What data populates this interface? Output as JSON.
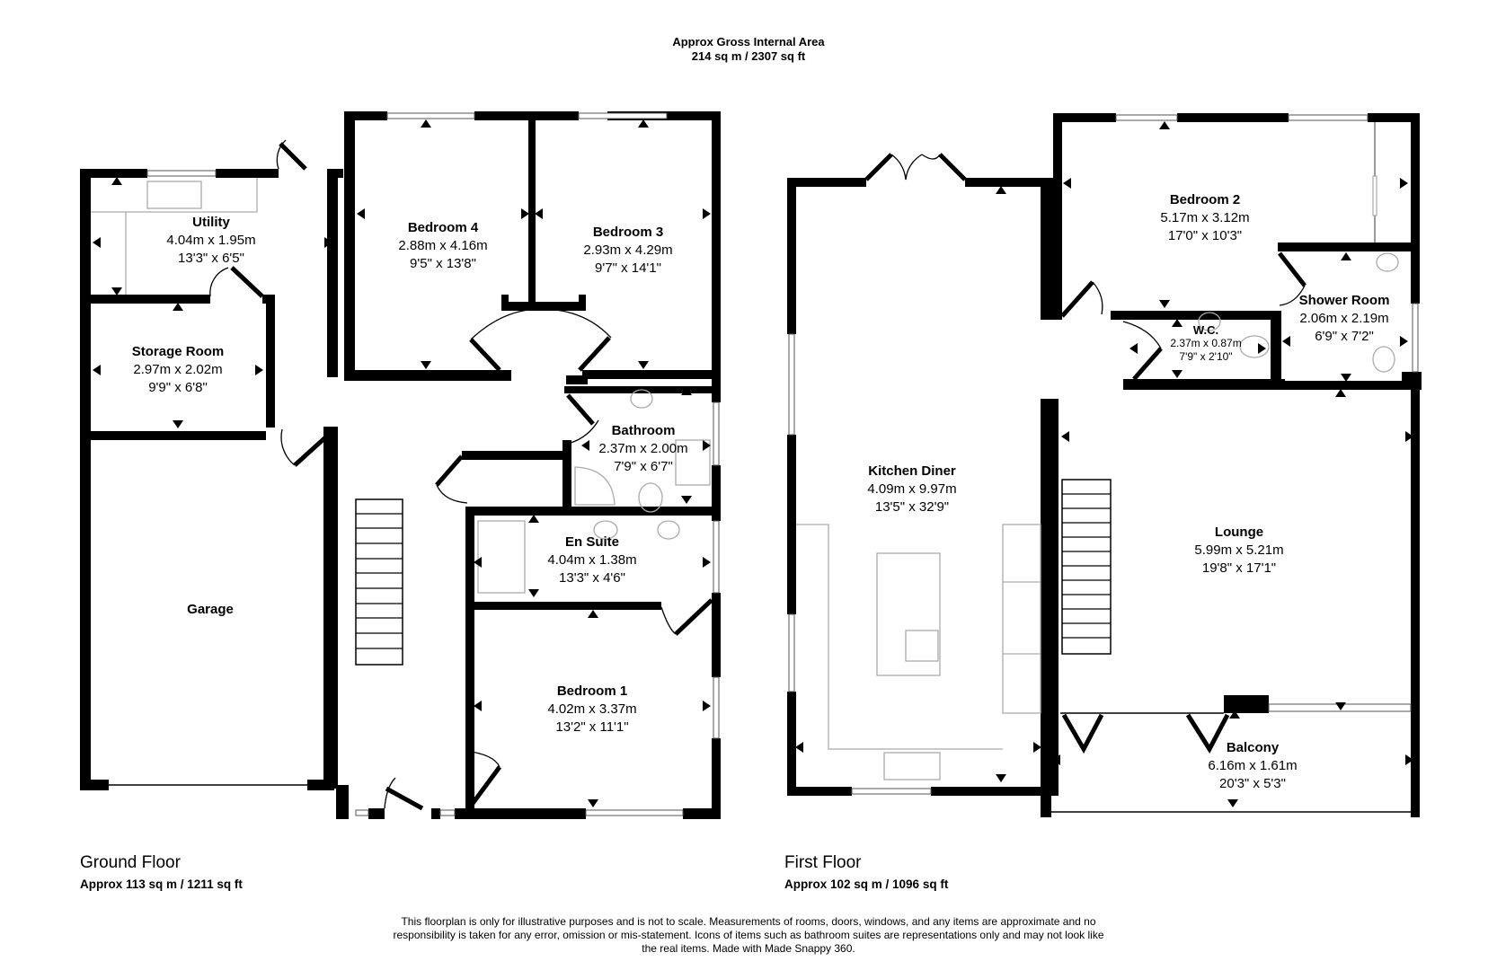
{
  "header": {
    "title": "Approx Gross Internal Area",
    "total_area": "214 sq m / 2307 sq ft"
  },
  "floors": {
    "ground": {
      "name": "Ground Floor",
      "area": "Approx 113 sq m / 1211 sq ft",
      "rooms": {
        "utility": {
          "name": "Utility",
          "metric": "4.04m x 1.95m",
          "imperial": "13'3\" x 6'5\""
        },
        "storage": {
          "name": "Storage Room",
          "metric": "2.97m x 2.02m",
          "imperial": "9'9\" x 6'8\""
        },
        "garage": {
          "name": "Garage"
        },
        "bedroom4": {
          "name": "Bedroom 4",
          "metric": "2.88m x 4.16m",
          "imperial": "9'5\" x 13'8\""
        },
        "bedroom3": {
          "name": "Bedroom 3",
          "metric": "2.93m x 4.29m",
          "imperial": "9'7\" x 14'1\""
        },
        "bathroom": {
          "name": "Bathroom",
          "metric": "2.37m x 2.00m",
          "imperial": "7'9\" x 6'7\""
        },
        "ensuite": {
          "name": "En Suite",
          "metric": "4.04m x 1.38m",
          "imperial": "13'3\" x 4'6\""
        },
        "bedroom1": {
          "name": "Bedroom 1",
          "metric": "4.02m x 3.37m",
          "imperial": "13'2\" x 11'1\""
        }
      }
    },
    "first": {
      "name": "First Floor",
      "area": "Approx 102 sq m / 1096 sq ft",
      "rooms": {
        "kitchen": {
          "name": "Kitchen Diner",
          "metric": "4.09m x 9.97m",
          "imperial": "13'5\" x 32'9\""
        },
        "bedroom2": {
          "name": "Bedroom 2",
          "metric": "5.17m x 3.12m",
          "imperial": "17'0\" x 10'3\""
        },
        "shower": {
          "name": "Shower Room",
          "metric": "2.06m x 2.19m",
          "imperial": "6'9\" x 7'2\""
        },
        "wc": {
          "name": "W.C.",
          "metric": "2.37m x 0.87m",
          "imperial": "7'9\" x 2'10\""
        },
        "lounge": {
          "name": "Lounge",
          "metric": "5.99m x 5.21m",
          "imperial": "19'8\" x 17'1\""
        },
        "balcony": {
          "name": "Balcony",
          "metric": "6.16m x 1.61m",
          "imperial": "20'3\" x 5'3\""
        }
      }
    }
  },
  "disclaimer": "This floorplan is only for illustrative purposes and is not to scale. Measurements of rooms, doors, windows, and any items are approximate and no responsibility is taken for any error, omission or mis-statement. Icons of items such as bathroom suites are representations only and may not look like the real items. Made with Made Snappy 360."
}
